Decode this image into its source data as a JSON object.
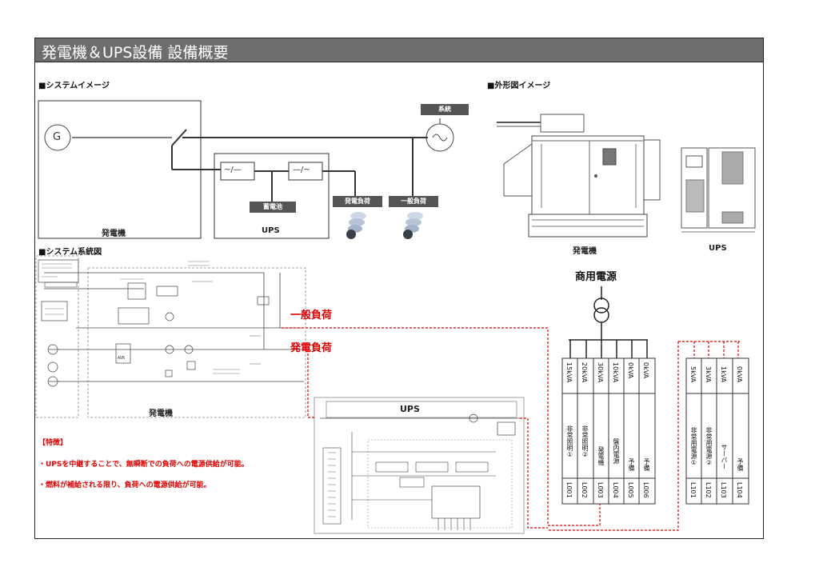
{
  "title": "発電機＆UPS設備 設備概要",
  "sections": {
    "system_image": "■システムイメージ",
    "outline_image": "■外形図イメージ",
    "system_diagram": "■システム系統図"
  },
  "system_image": {
    "generator_symbol": "G",
    "generator_label": "発電機",
    "ups_label": "UPS",
    "battery_label": "蓄電池",
    "converter1": "~/—",
    "converter2": "—/~",
    "grid_label": "系統",
    "gen_load_label": "発電負荷",
    "general_load_label": "一般負荷"
  },
  "outline": {
    "generator_label": "発電機",
    "ups_label": "UPS"
  },
  "diagram": {
    "general_load": "一般負荷",
    "gen_load": "発電負荷",
    "generator_area_label": "発電機",
    "ups_area_label": "UPS",
    "avr_label": "AVR"
  },
  "features": {
    "heading": "【特徴】",
    "items": [
      "・UPSを中継することで、無瞬断での負荷への電源供給が可能。",
      "・燃料が補給される限り、負荷への電源供給が可能。"
    ]
  },
  "commercial_power": "商用電源",
  "panel_left": {
    "circuits": [
      {
        "capacity": "15kVA",
        "name": "非常照明①",
        "id": "L001"
      },
      {
        "capacity": "20kVA",
        "name": "非常照明②",
        "id": "L002"
      },
      {
        "capacity": "30kVA",
        "name": "発電機",
        "id": "L003"
      },
      {
        "capacity": "10kVA",
        "name": "盤内電源",
        "id": "L004"
      },
      {
        "capacity": "0kVA",
        "name": "予備",
        "id": "L005"
      },
      {
        "capacity": "0kVA",
        "name": "予備",
        "id": "L006"
      }
    ]
  },
  "panel_right": {
    "circuits": [
      {
        "capacity": "5kVA",
        "name": "非常用電源①",
        "id": "L101"
      },
      {
        "capacity": "3kVA",
        "name": "非常用電源②",
        "id": "L102"
      },
      {
        "capacity": "1kVA",
        "name": "サーバー",
        "id": "L103"
      },
      {
        "capacity": "0kVA",
        "name": "予備",
        "id": "L104"
      }
    ]
  }
}
